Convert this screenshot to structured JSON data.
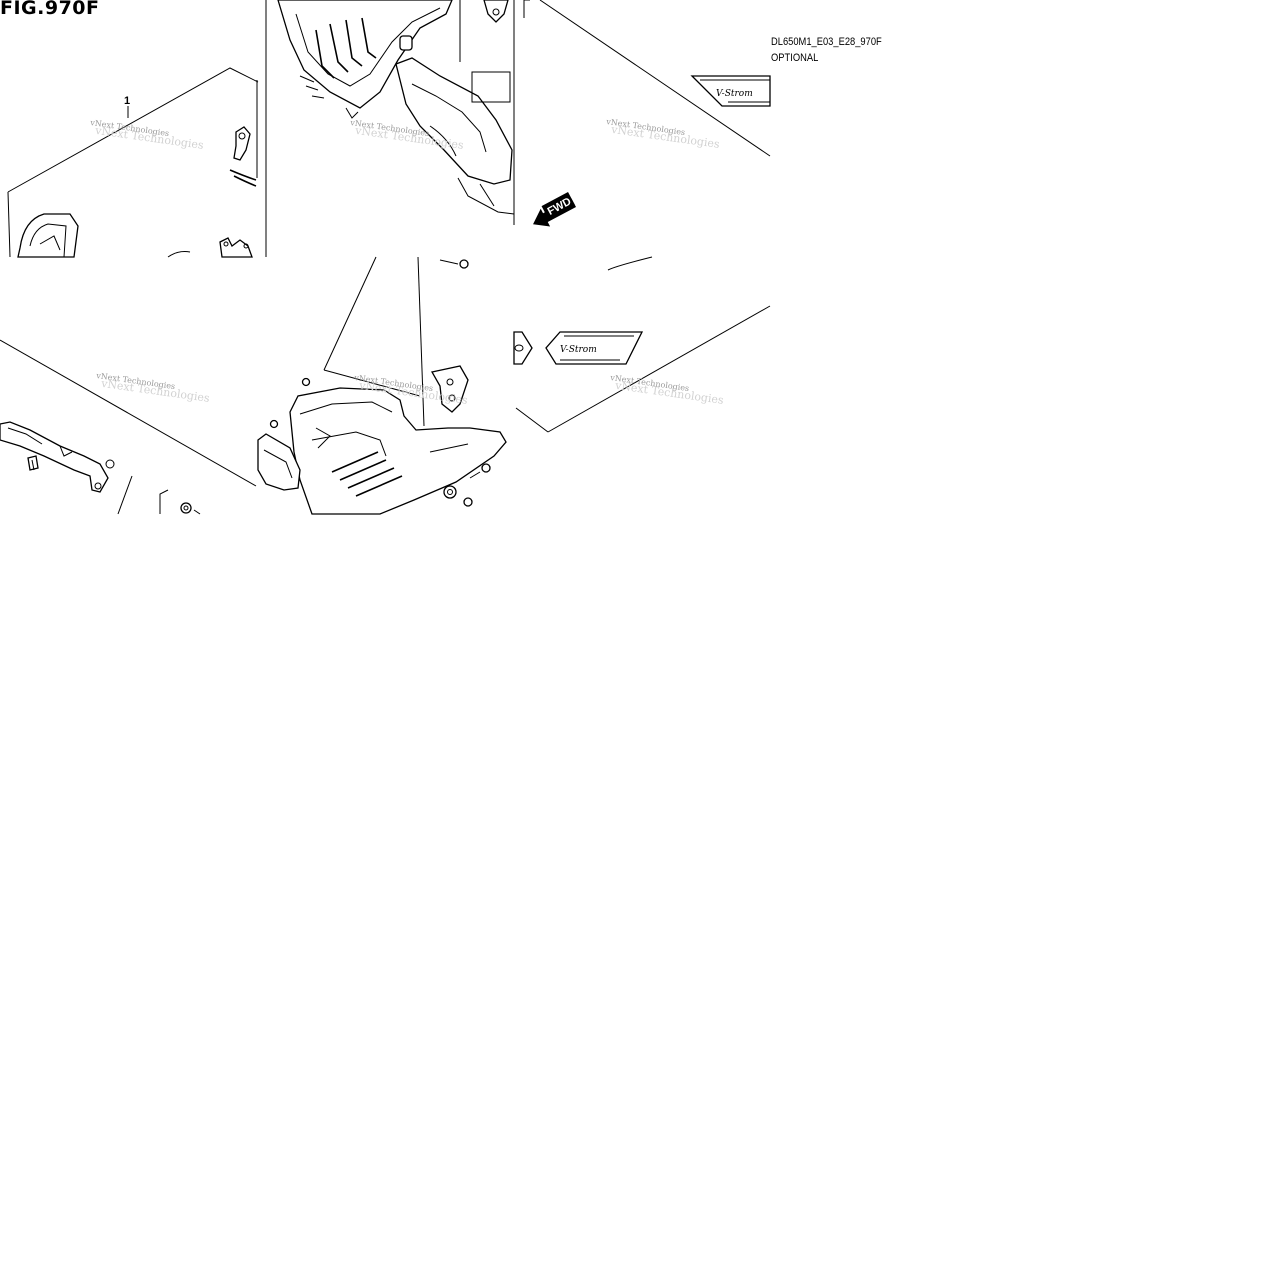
{
  "figure": {
    "title": "FIG.970F",
    "code": "DL650M1_E03_E28_970F",
    "note": "OPTIONAL"
  },
  "callouts": [
    {
      "label": "1"
    }
  ],
  "watermarks": [
    {
      "text": "vNext Technologies"
    },
    {
      "text": "vNext Technologies"
    },
    {
      "text": "vNext Technologies"
    },
    {
      "text": "vNext Technologies"
    },
    {
      "text": "vNext Technologies"
    },
    {
      "text": "vNext Technologies"
    }
  ],
  "arrow": {
    "label": "FWD"
  },
  "decals": [
    {
      "text": "V-Strom"
    },
    {
      "text": "V-Strom"
    }
  ]
}
